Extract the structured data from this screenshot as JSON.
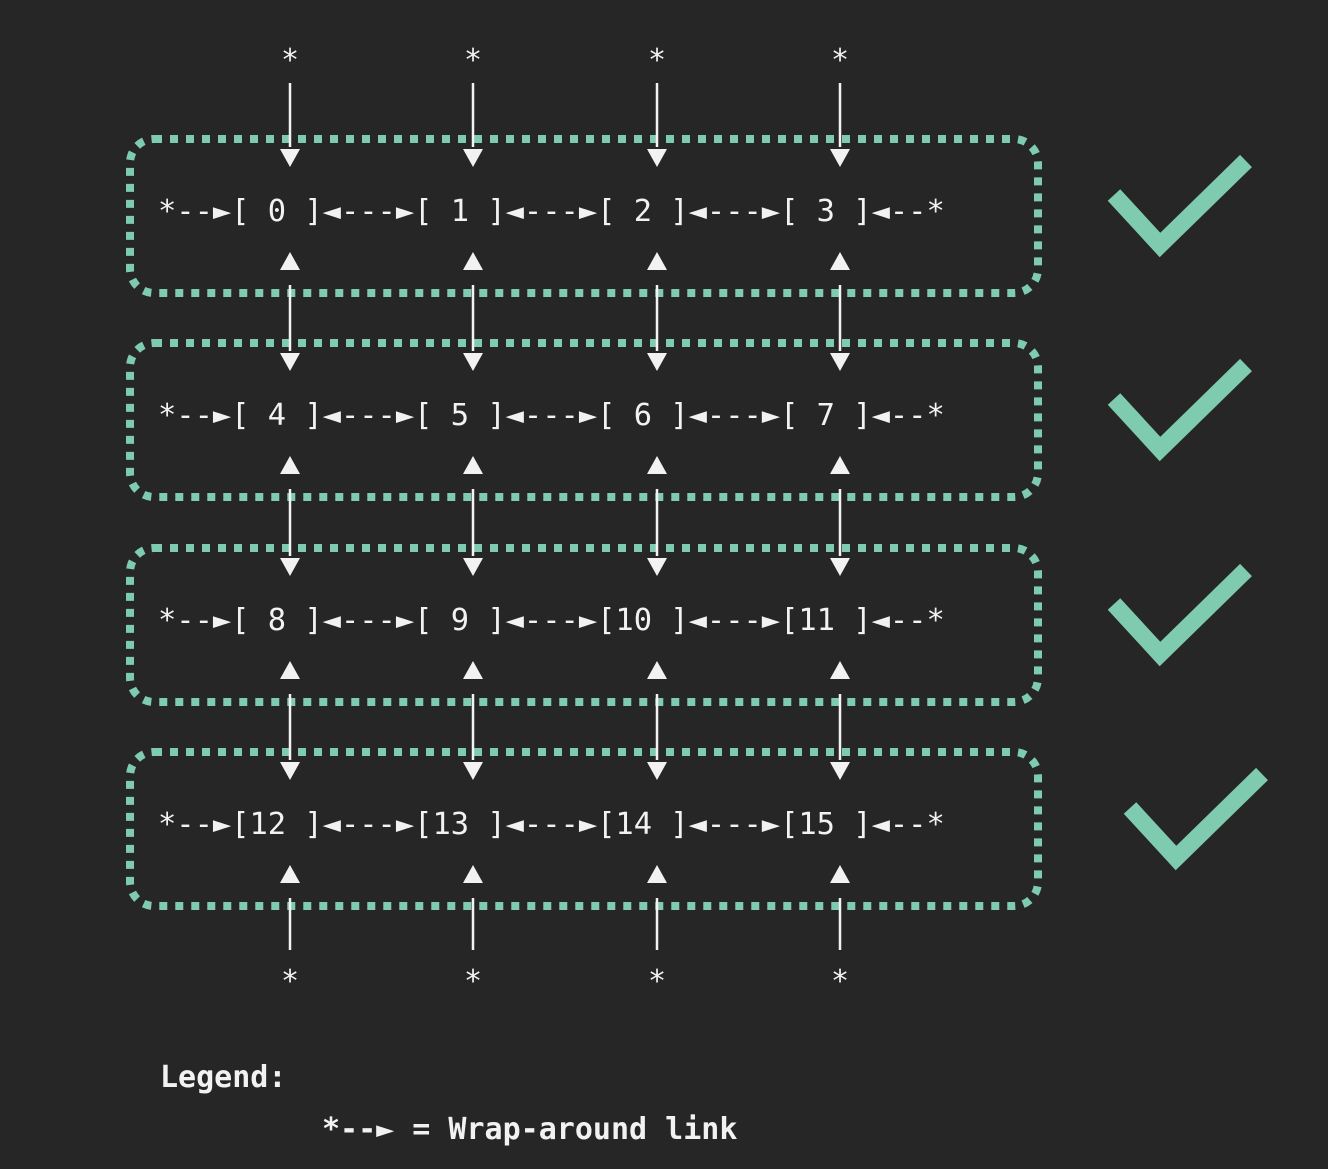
{
  "rows": [
    {
      "text": "*--►[ 0 ]◄---►[ 1 ]◄---►[ 2 ]◄---►[ 3 ]◄--*",
      "status": "check"
    },
    {
      "text": "*--►[ 4 ]◄---►[ 5 ]◄---►[ 6 ]◄---►[ 7 ]◄--*",
      "status": "check"
    },
    {
      "text": "*--►[ 8 ]◄---►[ 9 ]◄---►[10 ]◄---►[11 ]◄--*",
      "status": "check"
    },
    {
      "text": "*--►[12 ]◄---►[13 ]◄---►[14 ]◄---►[15 ]◄--*",
      "status": "check"
    }
  ],
  "top_stars": [
    "*",
    "*",
    "*",
    "*"
  ],
  "bottom_stars": [
    "*",
    "*",
    "*",
    "*"
  ],
  "legend": {
    "title": "Legend:",
    "entry": "*--► = Wrap-around link"
  },
  "colors": {
    "accent": "#7ecbb0",
    "text": "#f2f2f2",
    "background": "#262626"
  }
}
